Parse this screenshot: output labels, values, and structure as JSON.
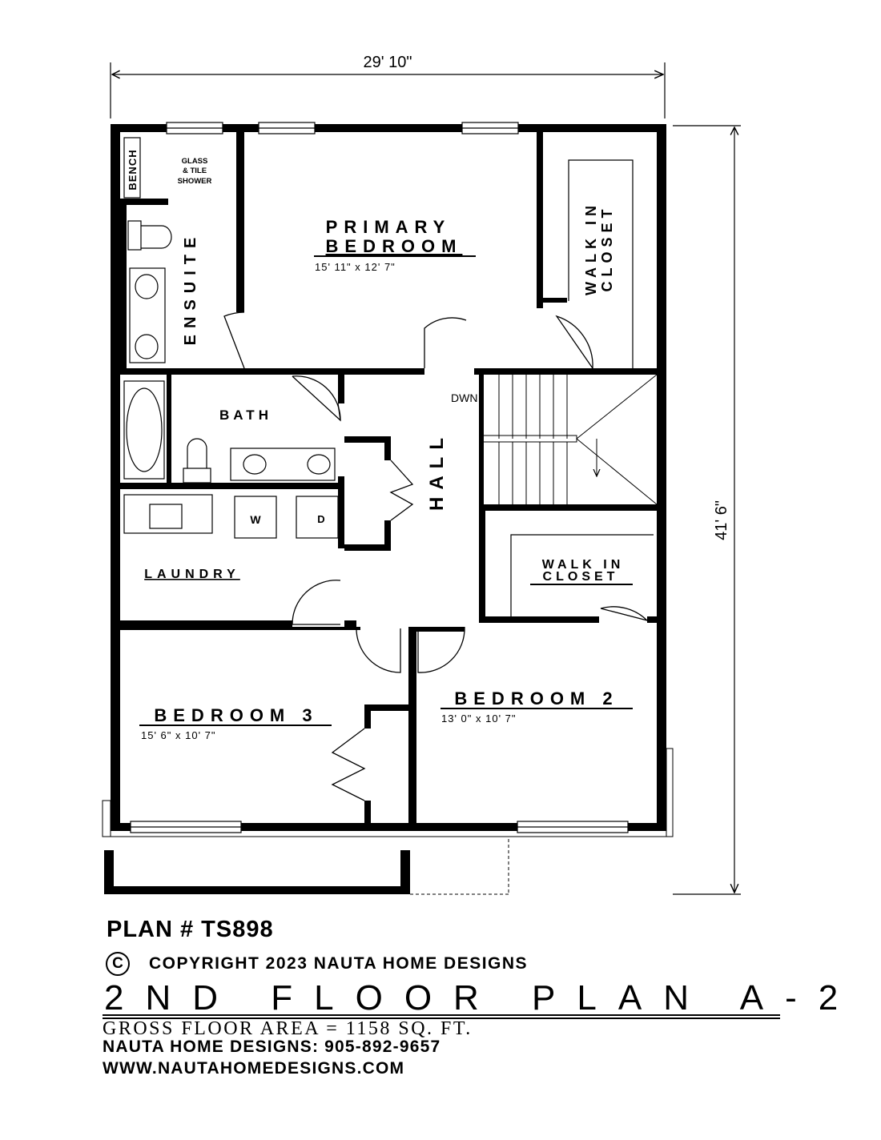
{
  "dimensions": {
    "width": "29' 10\"",
    "depth": "41' 6\""
  },
  "rooms": {
    "primary_bedroom": {
      "line1": "PRIMARY",
      "line2": "BEDROOM",
      "size": "15' 11\" x 12' 7\""
    },
    "ensuite": "ENSUITE",
    "bench": "BENCH",
    "shower": {
      "line1": "GLASS",
      "line2": "& TILE",
      "line3": "SHOWER"
    },
    "walkin_closet_1": {
      "line1": "WALK IN",
      "line2": "CLOSET"
    },
    "bath": "BATH",
    "hall": "HALL",
    "stairs": "DWN",
    "laundry": "LAUNDRY",
    "washer": "W",
    "dryer": "D",
    "walkin_closet_2": {
      "line1": "WALK IN",
      "line2": "CLOSET"
    },
    "bedroom_3": {
      "name": "BEDROOM 3",
      "size": "15' 6\" x 10' 7\""
    },
    "bedroom_2": {
      "name": "BEDROOM 2",
      "size": "13' 0\" x 10' 7\""
    }
  },
  "footer": {
    "plan_number": "PLAN # TS898",
    "copyright_symbol": "C",
    "copyright": "COPYRIGHT 2023 NAUTA HOME DESIGNS",
    "title": "2ND FLOOR PLAN A-2",
    "gross_area": "GROSS FLOOR AREA = 1158 SQ. FT.",
    "phone": "NAUTA HOME DESIGNS:  905-892-9657",
    "website": "WWW.NAUTAHOMEDESIGNS.COM"
  }
}
